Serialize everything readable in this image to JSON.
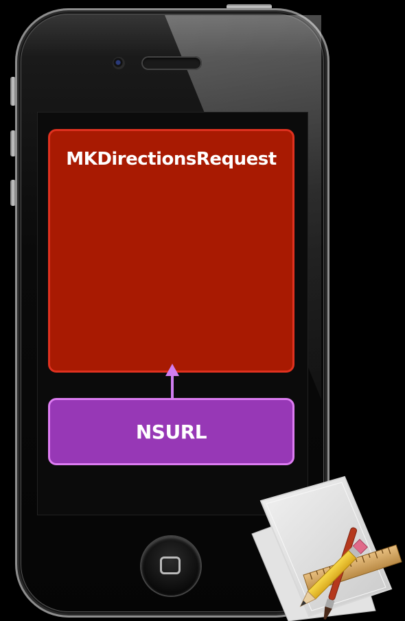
{
  "diagram": {
    "nodes": [
      {
        "id": "mkdirections",
        "label": "MKDirectionsRequest",
        "color": "#a81a02",
        "border": "#e0311f"
      },
      {
        "id": "nsurl",
        "label": "NSURL",
        "color": "#9738b6",
        "border": "#dd7cf2"
      }
    ],
    "edges": [
      {
        "from": "nsurl",
        "to": "mkdirections",
        "color": "#d07ef0"
      }
    ]
  },
  "device": {
    "type": "iphone-frame",
    "icons": [
      "camera-icon",
      "speaker-icon",
      "home-button-icon"
    ]
  },
  "badge": {
    "icon": "xcode-app-icon"
  }
}
